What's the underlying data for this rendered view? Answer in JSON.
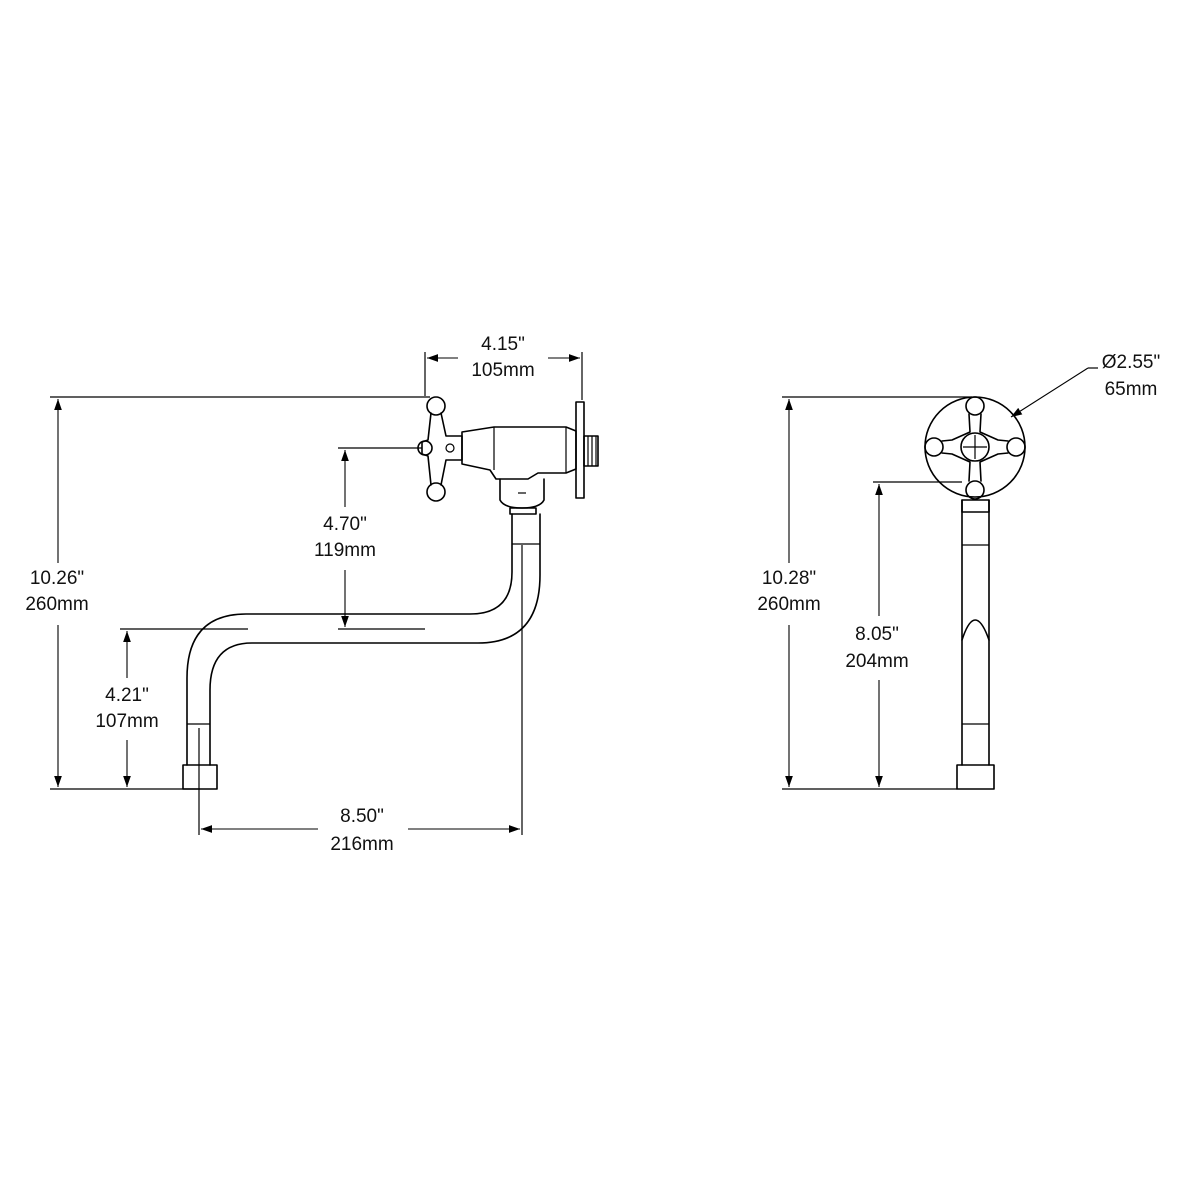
{
  "side_view": {
    "width": {
      "in": "4.15\"",
      "mm": "105mm"
    },
    "height": {
      "in": "10.26\"",
      "mm": "260mm"
    },
    "drop": {
      "in": "4.70\"",
      "mm": "119mm"
    },
    "outlet": {
      "in": "4.21\"",
      "mm": "107mm"
    },
    "reach": {
      "in": "8.50\"",
      "mm": "216mm"
    }
  },
  "front_view": {
    "diameter": {
      "in": "Ø2.55\"",
      "mm": "65mm"
    },
    "height": {
      "in": "10.28\"",
      "mm": "260mm"
    },
    "spout": {
      "in": "8.05\"",
      "mm": "204mm"
    }
  },
  "colors": {
    "line": "#000000",
    "background": "#ffffff"
  }
}
